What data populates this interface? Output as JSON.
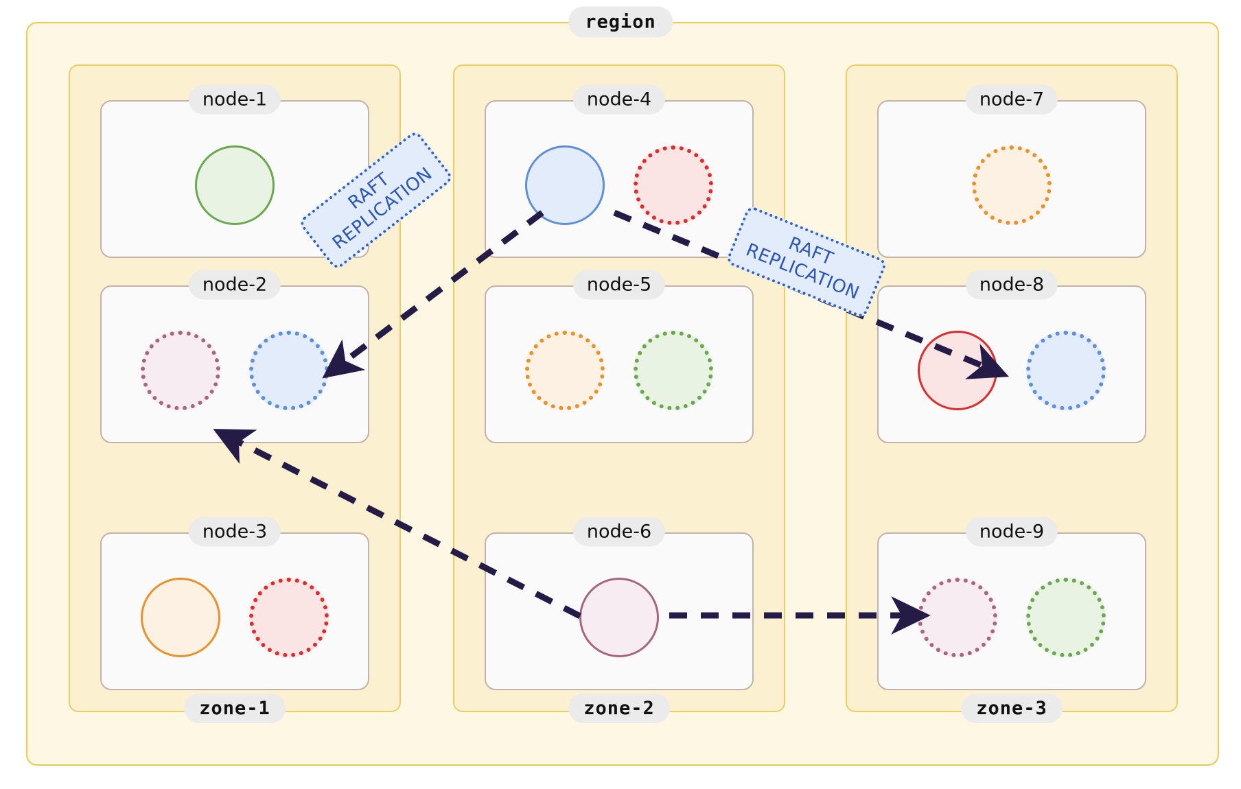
{
  "region": {
    "label": "region"
  },
  "colors": {
    "region_fill": "#fdf7e3",
    "region_border": "#edc94f",
    "zone_fill": "#fbf0cf",
    "zone_border": "#eccf63",
    "node_fill": "#fafafa",
    "node_border": "#c3b2ab",
    "badge_fill": "#ebebeb",
    "arrow": "#241b46",
    "raft_fill": "#e3ecfb",
    "raft_border": "#2f5fc9",
    "raft_text": "#2b55b8",
    "shard_green_border": "#6aa84f",
    "shard_green_fill": "#e8f3e3",
    "shard_blue_border": "#5f8fd8",
    "shard_blue_fill": "#e2ecfb",
    "shard_red_border": "#e02b2b",
    "shard_red_fill": "#fbe4e4",
    "shard_orange_border": "#e8912d",
    "shard_orange_fill": "#fdf1e3",
    "shard_purple_border": "#a9657f",
    "shard_purple_fill": "#f6ecf2"
  },
  "zones": [
    {
      "label": "zone-1",
      "nodes": [
        {
          "label": "node-1",
          "shards": [
            {
              "style": "solid",
              "color": "green"
            }
          ]
        },
        {
          "label": "node-2",
          "shards": [
            {
              "style": "dotted",
              "color": "purple"
            },
            {
              "style": "dotted",
              "color": "blue"
            }
          ]
        },
        {
          "label": "node-3",
          "shards": [
            {
              "style": "solid",
              "color": "orange"
            },
            {
              "style": "dotted",
              "color": "red"
            }
          ]
        }
      ]
    },
    {
      "label": "zone-2",
      "nodes": [
        {
          "label": "node-4",
          "shards": [
            {
              "style": "solid",
              "color": "blue"
            },
            {
              "style": "dotted",
              "color": "red"
            }
          ]
        },
        {
          "label": "node-5",
          "shards": [
            {
              "style": "dotted",
              "color": "orange"
            },
            {
              "style": "dotted",
              "color": "green"
            }
          ]
        },
        {
          "label": "node-6",
          "shards": [
            {
              "style": "solid",
              "color": "purple"
            }
          ]
        }
      ]
    },
    {
      "label": "zone-3",
      "nodes": [
        {
          "label": "node-7",
          "shards": [
            {
              "style": "dotted",
              "color": "orange"
            }
          ]
        },
        {
          "label": "node-8",
          "shards": [
            {
              "style": "solid",
              "color": "red"
            },
            {
              "style": "dotted",
              "color": "blue"
            }
          ]
        },
        {
          "label": "node-9",
          "shards": [
            {
              "style": "dotted",
              "color": "purple"
            },
            {
              "style": "dotted",
              "color": "green"
            }
          ]
        }
      ]
    }
  ],
  "replication_labels": [
    {
      "text": "RAFT\nREPLICATION"
    },
    {
      "text": "RAFT\nREPLICATION"
    }
  ],
  "arrows": [
    {
      "from": "node-4",
      "to": "node-2"
    },
    {
      "from": "node-4",
      "to": "node-8"
    },
    {
      "from": "node-6",
      "to": "node-2"
    },
    {
      "from": "node-6",
      "to": "node-9"
    }
  ]
}
